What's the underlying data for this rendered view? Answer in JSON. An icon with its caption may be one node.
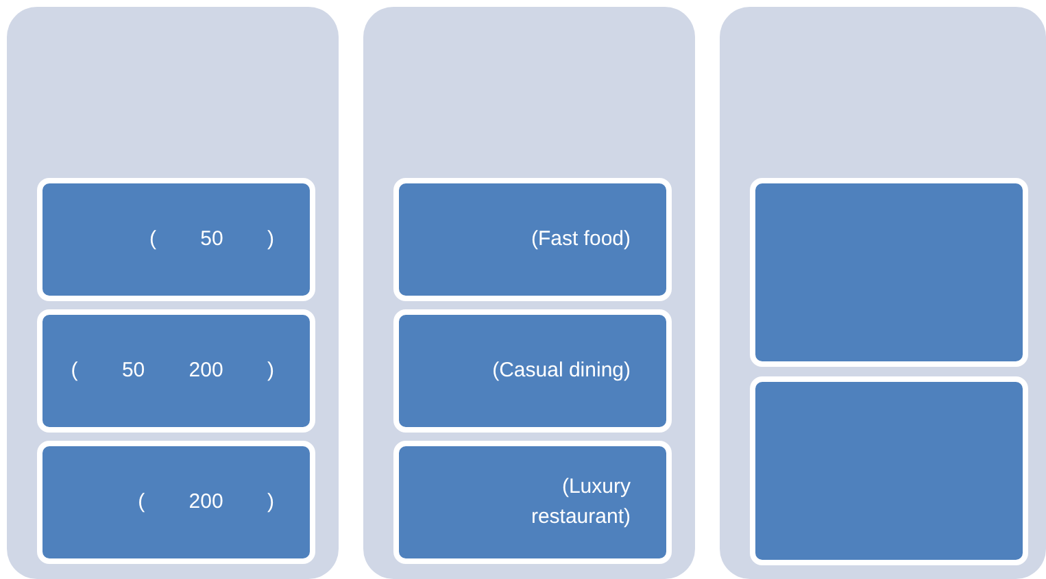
{
  "diagram": {
    "nodes": [
      {
        "text": [],
        "shape": "box"
      },
      {
        "text": [
          "( 50 )"
        ],
        "in": 0
      },
      {
        "text": [
          "( 50 200 )"
        ],
        "in": 0
      },
      {
        "text": [
          "( 200 )"
        ],
        "in": 0
      },
      {
        "text": [],
        "shape": "box"
      },
      {
        "text": [
          "(Fast food)"
        ],
        "in": 4
      },
      {
        "text": [
          "(Casual dining)"
        ],
        "in": 4
      },
      {
        "text": [
          "(Luxury restaurant)"
        ],
        "in": 4
      },
      {
        "text": [],
        "shape": "box"
      },
      {
        "text": [],
        "shape": "box",
        "in": 8
      },
      {
        "text": [],
        "shape": "box",
        "in": 8
      }
    ]
  }
}
